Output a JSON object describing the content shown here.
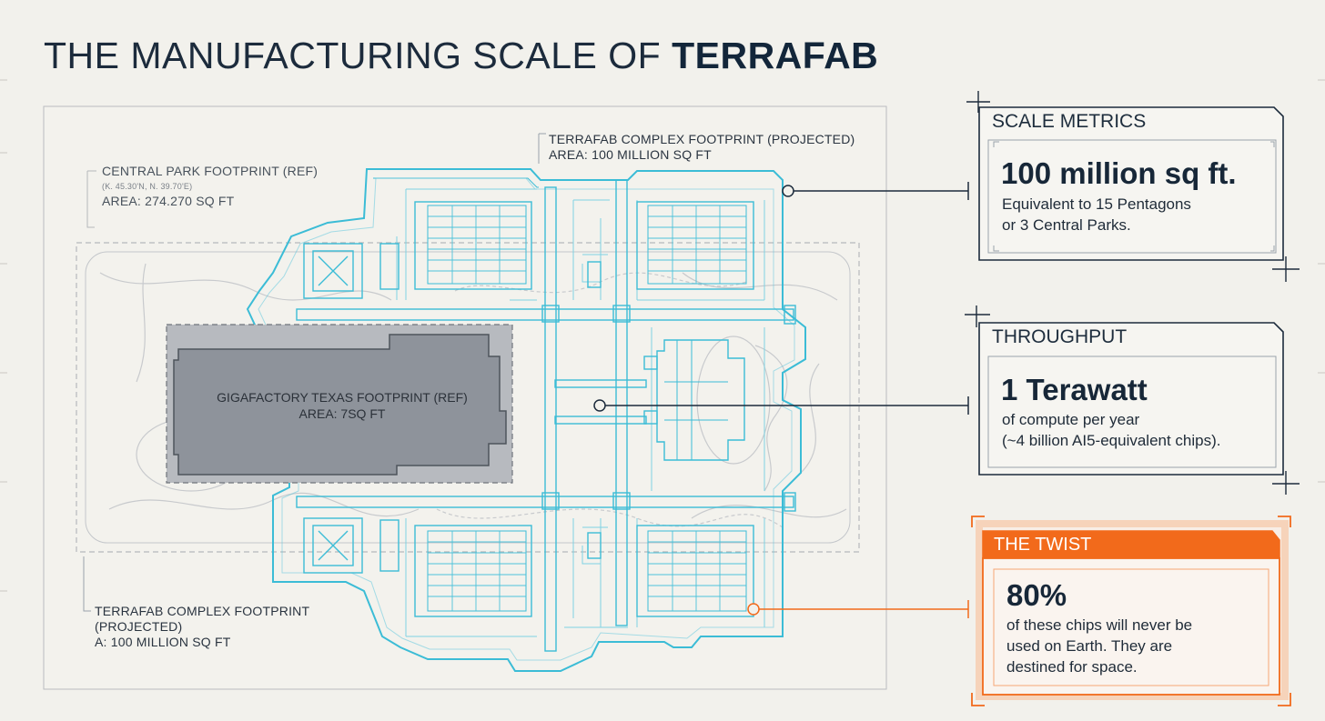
{
  "title": {
    "prefix": "THE MANUFACTURING SCALE OF ",
    "emphasis": "TERRAFAB"
  },
  "plan": {
    "central_park": {
      "label": "CENTRAL PARK FOOTPRINT (REF)",
      "coords": "(K. 45.30'N, N. 39.70'E)",
      "area": "AREA: 274.270 SQ FT"
    },
    "terrafab_top": {
      "label": "TERRAFAB COMPLEX FOOTPRINT (PROJECTED)",
      "area": "AREA: 100 MILLION SQ FT"
    },
    "gigafactory": {
      "label": "GIGAFACTORY TEXAS FOOTPRINT (REF)",
      "area": "AREA: 7SQ FT"
    },
    "terrafab_bottom": {
      "line1": "TERRAFAB COMPLEX FOOTPRINT",
      "line2": "(PROJECTED)",
      "area": "A: 100 MILLION SQ FT"
    }
  },
  "cards": {
    "scale": {
      "tab": "SCALE METRICS",
      "value": "100 million sq ft.",
      "line1": "Equivalent to 15 Pentagons",
      "line2": "or 3 Central Parks."
    },
    "throughput": {
      "tab": "THROUGHPUT",
      "value": "1 Terawatt",
      "line1": "of compute per year",
      "line2": "(~4 billion AI5-equivalent chips)."
    },
    "twist": {
      "tab": "THE TWIST",
      "value": "80%",
      "line1": "of these chips will never be",
      "line2": "used on Earth. They are",
      "line3": "destined for space."
    }
  },
  "colors": {
    "cyan": "#3bbcd6",
    "orange": "#f26a1b",
    "navy": "#1c2b3c",
    "gray_block": "#8e939b"
  }
}
